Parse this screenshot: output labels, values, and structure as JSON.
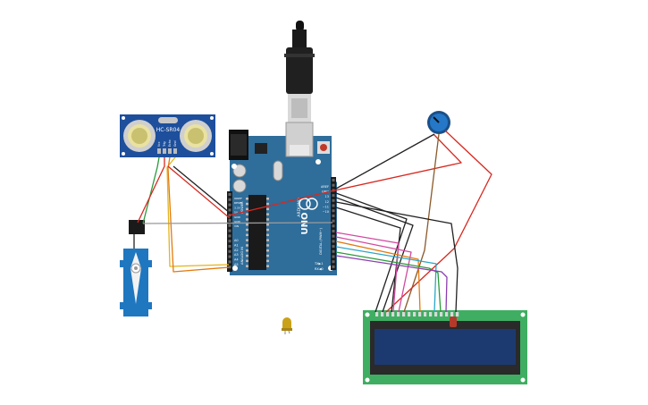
{
  "sensor": {
    "model": "HC-SR04",
    "pins": [
      "Vcc",
      "Trig",
      "Echo",
      "Gnd"
    ]
  },
  "board": {
    "brand": "ARDUINO",
    "model": "UNO",
    "left_header_labels": [
      "IOREF",
      "RESET",
      "3.3V",
      "5V",
      "GND",
      "GND",
      "VIN"
    ],
    "analog_labels": [
      "A0",
      "A1",
      "A2",
      "A3",
      "A4",
      "A5"
    ],
    "left_group_labels": [
      "POWER",
      "ANALOG IN"
    ],
    "right_header_labels": [
      "AREF",
      "GND",
      "13",
      "12",
      "~11",
      "~10"
    ],
    "right_group_label": "DIGITAL (PWM~)",
    "tx_rx": [
      "TX▶1",
      "RX◀0"
    ]
  },
  "lcd": {
    "pin_count": 16
  },
  "colors": {
    "board": "#2f6d9a",
    "board_dark": "#1f4f73",
    "lcd_pcb": "#3fae62",
    "lcd_screen": "#1c3a70",
    "sensor_pcb": "#1d4f9c",
    "servo": "#1f77c0",
    "pot": "#1d6bb5",
    "wire_red": "#d8281f",
    "wire_black": "#222222",
    "wire_green": "#2a9a3a",
    "wire_yellow": "#e3b51c",
    "wire_orange": "#e37a10",
    "wire_pink": "#d14aa0",
    "wire_purple": "#8b3fb0",
    "wire_cyan": "#2aa6c9",
    "wire_brown": "#8b5a2b",
    "wire_gray": "#9a9a9a",
    "led": "#c9a21a"
  }
}
